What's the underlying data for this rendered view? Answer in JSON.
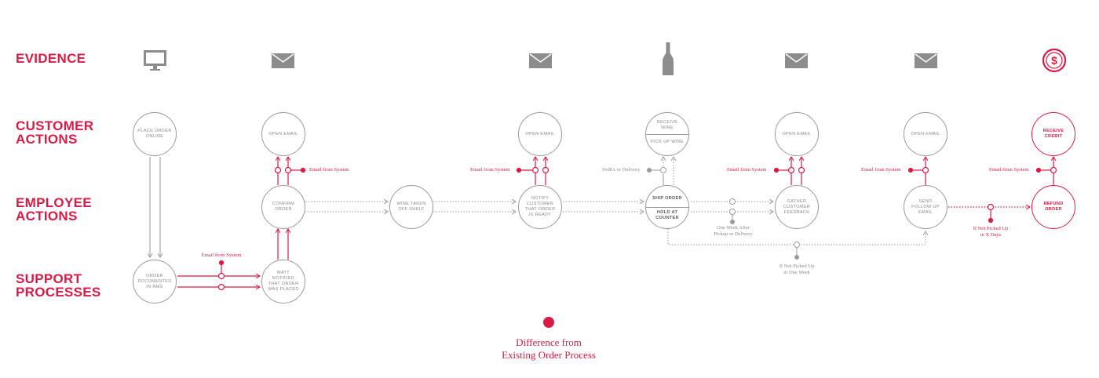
{
  "rows": {
    "evidence": [
      "EVIDENCE"
    ],
    "customer": [
      "CUSTOMER",
      "ACTIONS"
    ],
    "employee": [
      "EMPLOYEE",
      "ACTIONS"
    ],
    "support": [
      "SUPPORT",
      "PROCESSES"
    ]
  },
  "evidence_icons": [
    "computer-monitor-icon",
    "envelope-icon",
    "envelope-icon",
    "wine-bottle-icon",
    "envelope-icon",
    "envelope-icon",
    "dollar-coin-icon"
  ],
  "nodes": {
    "place_order": "PLACE ORDER ONLINE",
    "order_documented": "ORDER DOCUMENTED IN RMS",
    "open_email_1": "OPEN EMAIL",
    "confirm_order": "CONFIRM ORDER",
    "matt_notified": "MATT NOTIFIED THAT ORDER WAS PLACED",
    "wine_taken_off_shelf": "WINE TAKEN OFF SHELF",
    "open_email_2": "OPEN EMAIL",
    "notify_customer": "NOTIFY CUSTOMER THAT ORDER IS READY",
    "receive_wine": "RECEIVE WINE",
    "pick_up_wine": "PICK UP WINE",
    "ship_order": "SHIP ORDER",
    "hold_at_counter": "HOLD AT COUNTER",
    "open_email_3": "OPEN EMAIL",
    "gather_feedback": "GATHER CUSTOMER FEEDBACK",
    "open_email_4": "OPEN EMAIL",
    "send_follow_up": "SEND FOLLOW-UP EMAIL",
    "receive_credit": "RECEIVE CREDIT",
    "refund_order": "REFUND ORDER"
  },
  "notes": {
    "email_1": "Email from System",
    "email_support": "Email from System",
    "email_2": "Email from System",
    "fedex": "FedEx or Delivery",
    "email_3": "Email from System",
    "one_week_after": [
      "One Week After",
      "Pickup or Delivery"
    ],
    "not_picked_up": [
      "If Not Picked Up",
      "in One Week"
    ],
    "email_4": "Email from System",
    "email_5": "Email from System",
    "x_days": [
      "If Not Picked Up",
      "in X Days"
    ]
  },
  "legend": {
    "label": [
      "Difference from",
      "Existing Order Process"
    ]
  },
  "colors": {
    "accent": "#d81b45",
    "neutral": "#9a9a9a",
    "icon": "#8c8c8c"
  }
}
